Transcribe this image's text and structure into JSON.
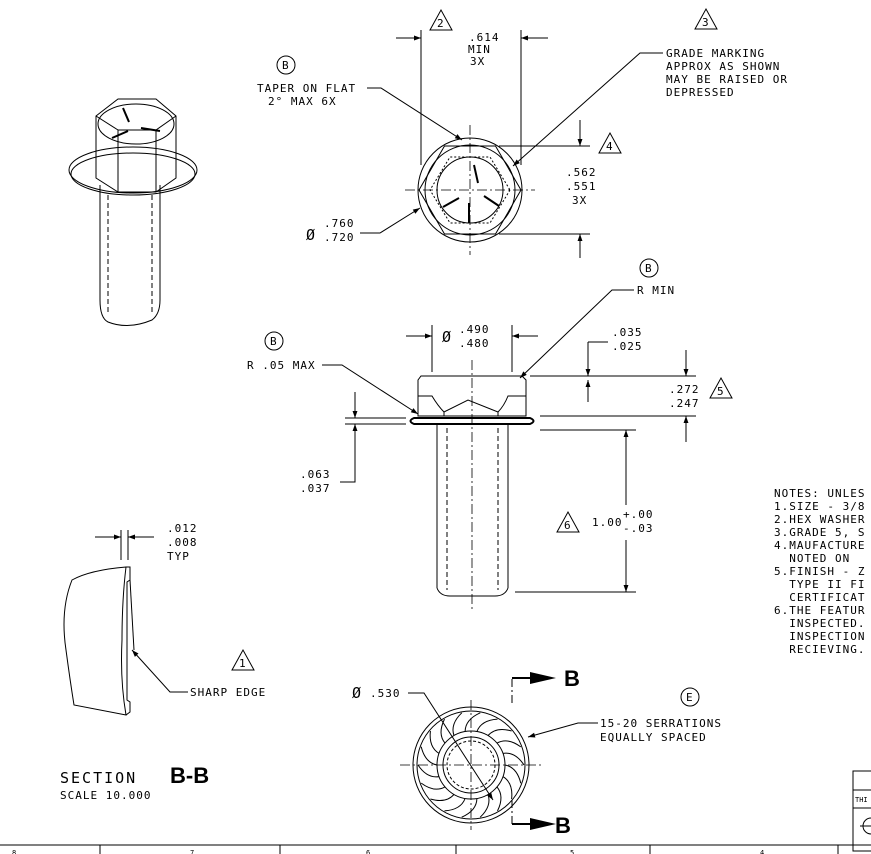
{
  "top_view": {
    "callout_2_num": "2",
    "dim_614": ".614",
    "dim_614_min": "MIN",
    "dim_614_qty": "3X",
    "callout_3_num": "3",
    "grade_marking_note": [
      "GRADE MARKING",
      "APPROX AS SHOWN",
      "MAY BE RAISED OR",
      "DEPRESSED"
    ],
    "callout_b_letter": "B",
    "taper_note_line1": "TAPER ON FLAT",
    "taper_note_line2": "2° MAX 6X",
    "callout_4_num": "4",
    "dim_562_upper": ".562",
    "dim_562_lower": ".551",
    "dim_562_qty": "3X",
    "dia_symbol": "Ø",
    "dim_760_upper": ".760",
    "dim_760_lower": ".720"
  },
  "side_view": {
    "r_min_callout_letter": "B",
    "r_min_label": "R MIN",
    "r05_callout_letter": "B",
    "r05_label": "R .05 MAX",
    "dim_490_upper": ".490",
    "dim_490_lower": ".480",
    "dim_035_upper": ".035",
    "dim_035_lower": ".025",
    "dim_272_upper": ".272",
    "dim_272_lower": ".247",
    "callout_5_num": "5",
    "dim_063_upper": ".063",
    "dim_063_lower": ".037",
    "callout_6_num": "6",
    "dim_length_nominal": "1.00",
    "dim_length_plus": "+.00",
    "dim_length_minus": "-.03"
  },
  "section_view": {
    "dim_012_upper": ".012",
    "dim_012_lower": ".008",
    "dim_012_typ": "TYP",
    "callout_1_num": "1",
    "sharp_edge_label": "SHARP EDGE",
    "section_title_word": "SECTION",
    "section_title_letters": "B-B",
    "scale_label": "SCALE  10.000"
  },
  "bottom_view": {
    "dim_530": ".530",
    "section_marker_top": "B",
    "section_marker_bottom": "B",
    "callout_e_letter": "E",
    "serrations_line1": "15-20 SERRATIONS",
    "serrations_line2": "EQUALLY SPACED"
  },
  "notes": {
    "lines": [
      "NOTES: UNLES",
      "1.SIZE - 3/8",
      "2.HEX WASHER",
      "3.GRADE 5, S",
      "4.MAUFACTURE",
      "  NOTED ON",
      "5.FINISH - Z",
      "  TYPE II FI",
      "  CERTIFICAT",
      "6.THE FEATUR",
      "  INSPECTED.",
      "  INSPECTION",
      "  RECIEVING."
    ]
  },
  "title_block_fragment": "THI",
  "border_zone_labels": [
    "8",
    "7",
    "6",
    "5",
    "4"
  ]
}
